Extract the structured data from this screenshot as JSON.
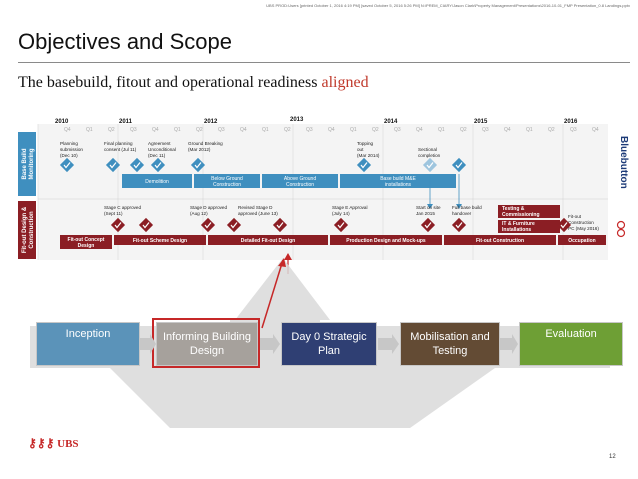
{
  "header": {
    "meta": "UBS PROD:Users [printed October 1, 2016 4:19 PM] [saved October 5, 2016 5:26 PM] N:\\PREM_CIARY\\Jason Clark\\Property Management\\Presentations\\2016-10-01_FMP Presentation_0.8 Landings.pptx",
    "title": "Objectives and Scope",
    "subtitle_main": "The basebuild, fitout and operational readiness ",
    "subtitle_highlight": "aligned"
  },
  "timeline": {
    "years": [
      "2010",
      "2011",
      "2012",
      "2013",
      "2014",
      "2015",
      "2016"
    ],
    "quarters": [
      "Q4",
      "Q1",
      "Q2",
      "Q3",
      "Q4",
      "Q1",
      "Q2",
      "Q3",
      "Q4",
      "Q1",
      "Q2",
      "Q3",
      "Q4",
      "Q1",
      "Q2",
      "Q3",
      "Q4",
      "Q1",
      "Q2",
      "Q3",
      "Q4",
      "Q1",
      "Q2",
      "Q3",
      "Q4"
    ],
    "rows": {
      "base_build": {
        "line1": "Base Build",
        "line2": "Monitoring"
      },
      "fitout": {
        "line1": "Fit-out Design &",
        "line2": "Construction"
      }
    },
    "base_milestones": [
      {
        "lines": [
          "Planning",
          "submission",
          "(Dec 10)"
        ]
      },
      {
        "lines": [
          "Final planning",
          "consent (Jul 11)"
        ]
      },
      {
        "lines": [
          "Agreement",
          "Unconditional",
          "(Dec 11)"
        ]
      },
      {
        "lines": [
          "Ground Breaking",
          "(Mar 2012)"
        ]
      },
      {
        "lines": [
          "Topping",
          "out",
          "(Mar 2014)"
        ]
      },
      {
        "lines": [
          "Sectional",
          "completion"
        ]
      }
    ],
    "base_bars": [
      {
        "lines": [
          "Demolition"
        ]
      },
      {
        "lines": [
          "Below Ground",
          "Construction"
        ]
      },
      {
        "lines": [
          "Above Ground",
          "Construction"
        ]
      },
      {
        "lines": [
          "Base build M&E",
          "installations"
        ]
      }
    ],
    "fitout_milestones": [
      {
        "lines": [
          "Stage C approved",
          "(Sept 11)"
        ]
      },
      {
        "lines": [
          "Stage D approved",
          "(Aug 12)"
        ]
      },
      {
        "lines": [
          "Revised Stage D",
          "approved (June 13)"
        ]
      },
      {
        "lines": [
          "Stage E Approval",
          "(July 14)"
        ]
      },
      {
        "lines": [
          "Start on site",
          "Jan 2015"
        ]
      },
      {
        "lines": [
          "Full base build",
          "handover"
        ]
      },
      {
        "lines": [
          "Fit-out",
          "Construction",
          "PC (May 2016)"
        ]
      }
    ],
    "fitout_bars": [
      {
        "lines": [
          "Fit-out Concept",
          "Design"
        ]
      },
      {
        "lines": [
          "Fit-out Scheme Design"
        ]
      },
      {
        "lines": [
          "Detailed Fit-out Design"
        ]
      },
      {
        "lines": [
          "Production Design and Mock-ups"
        ]
      },
      {
        "lines": [
          "Fit-out Construction"
        ]
      },
      {
        "lines": [
          "Occupation"
        ]
      },
      {
        "lines": [
          "Testing &",
          "Commissioning"
        ]
      },
      {
        "lines": [
          "IT & Furniture",
          "Installations"
        ]
      }
    ],
    "brand_mark": "Bluebutton"
  },
  "phases": [
    {
      "label": "Inception"
    },
    {
      "label": "Informing Building Design"
    },
    {
      "label": "Day 0 Strategic Plan"
    },
    {
      "label": "Mobilisation and Testing"
    },
    {
      "label": "Evaluation"
    }
  ],
  "footer": {
    "logo_text": "UBS",
    "page_number": "12"
  },
  "colors": {
    "red_accent": "#c62828",
    "blue_bar": "#3f8fbf",
    "dark_red_bar": "#8b1e24",
    "inception": "#5b93b9",
    "informing": "#a6a19c",
    "day0": "#2f3f73",
    "mobilisation": "#634b34",
    "evaluation": "#6e9f35",
    "arrow_grey": "#d9d9d9"
  }
}
